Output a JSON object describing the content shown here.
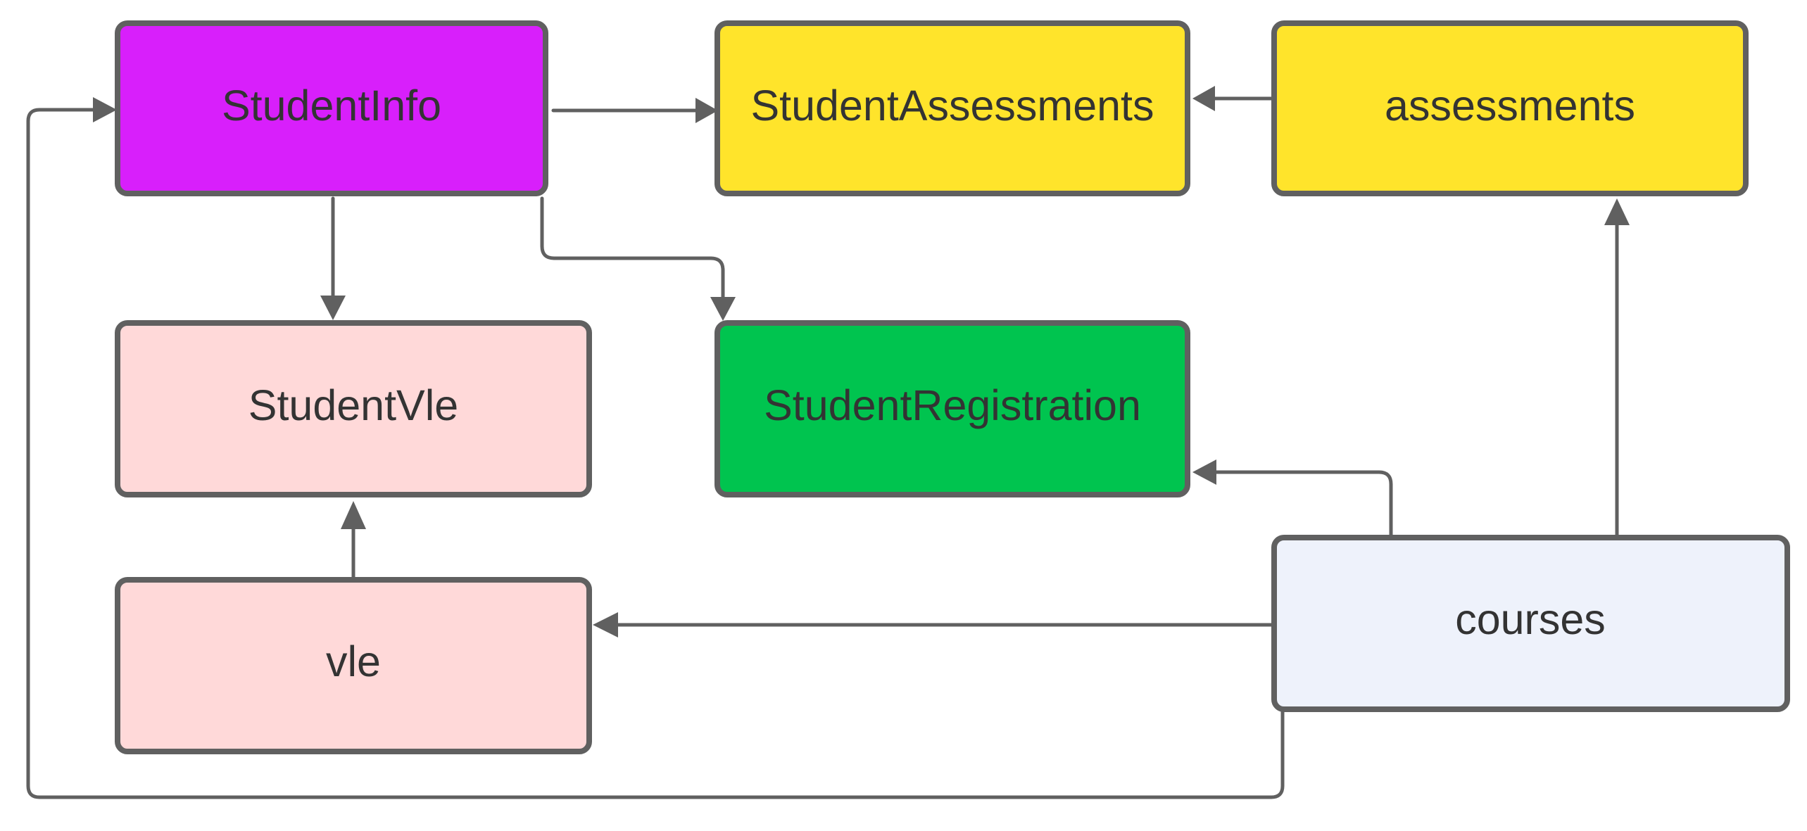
{
  "diagram": {
    "nodes": [
      {
        "id": "student_info",
        "label": "StudentInfo",
        "color": "#D81FFB"
      },
      {
        "id": "student_assessments",
        "label": "StudentAssessments",
        "color": "#FFE42B"
      },
      {
        "id": "assessments",
        "label": "assessments",
        "color": "#FFE42B"
      },
      {
        "id": "student_vle",
        "label": "StudentVle",
        "color": "#FFD9D9"
      },
      {
        "id": "student_registration",
        "label": "StudentRegistration",
        "color": "#00C44F"
      },
      {
        "id": "vle",
        "label": "vle",
        "color": "#FFD9D9"
      },
      {
        "id": "courses",
        "label": "courses",
        "color": "#EEF2FB"
      }
    ],
    "edges": [
      {
        "from": "student_info",
        "to": "student_assessments"
      },
      {
        "from": "assessments",
        "to": "student_assessments"
      },
      {
        "from": "student_info",
        "to": "student_vle"
      },
      {
        "from": "student_info",
        "to": "student_registration"
      },
      {
        "from": "vle",
        "to": "student_vle"
      },
      {
        "from": "courses",
        "to": "student_registration"
      },
      {
        "from": "courses",
        "to": "assessments"
      },
      {
        "from": "courses",
        "to": "vle"
      },
      {
        "from": "courses",
        "to": "student_info"
      }
    ],
    "edge_color": "#606060",
    "border_color": "#606060",
    "text_color": "#333333"
  }
}
